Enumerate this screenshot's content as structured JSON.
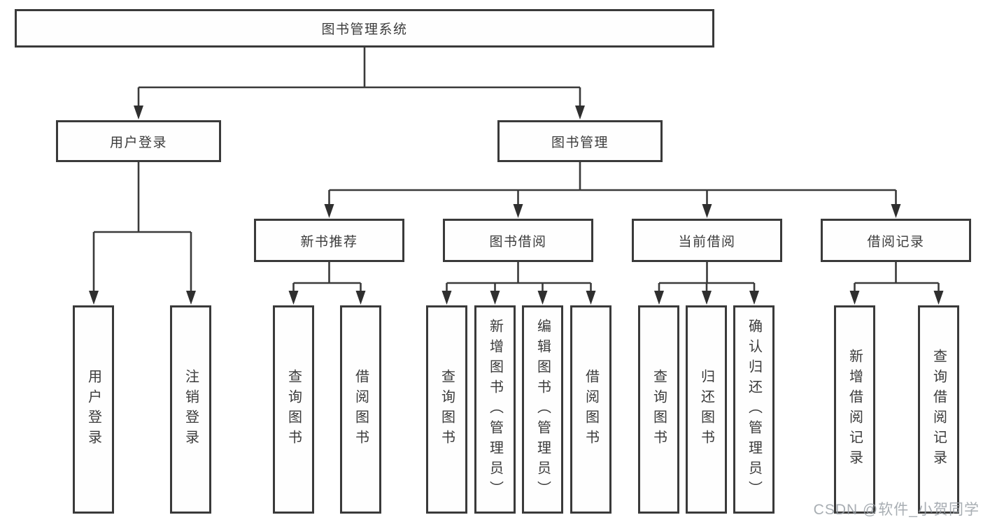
{
  "colors": {
    "background": "#ffffff",
    "box_border": "#3a3a3a",
    "connector_line": "#3a3a3a",
    "arrowhead": "#2f2f2f",
    "text": "#3b3b3b",
    "watermark": "#9aa0a6"
  },
  "diagram": {
    "root": {
      "label": "图书管理系统"
    },
    "level2": {
      "user_login": {
        "label": "用户登录"
      },
      "book_mgmt": {
        "label": "图书管理"
      }
    },
    "level3": {
      "new_book_rec": {
        "label": "新书推荐"
      },
      "book_borrow": {
        "label": "图书借阅"
      },
      "current_borrow": {
        "label": "当前借阅"
      },
      "borrow_record": {
        "label": "借阅记录"
      }
    },
    "leaves": {
      "login": {
        "label": "用户登录"
      },
      "logout": {
        "label": "注销登录"
      },
      "rec_query_book": {
        "label": "查询图书"
      },
      "rec_borrow_book": {
        "label": "借阅图书"
      },
      "bor_query_book": {
        "label": "查询图书"
      },
      "bor_add_book": {
        "label": "新增图书（管理员）"
      },
      "bor_edit_book": {
        "label": "编辑图书（管理员）"
      },
      "bor_borrow_book": {
        "label": "借阅图书"
      },
      "cur_query_book": {
        "label": "查询图书"
      },
      "cur_return_book": {
        "label": "归还图书"
      },
      "cur_confirm_return": {
        "label": "确认归还（管理员）"
      },
      "log_add_record": {
        "label": "新增借阅记录"
      },
      "log_query_record": {
        "label": "查询借阅记录"
      }
    }
  },
  "watermark": {
    "text": "CSDN @软件_小贺同学"
  }
}
